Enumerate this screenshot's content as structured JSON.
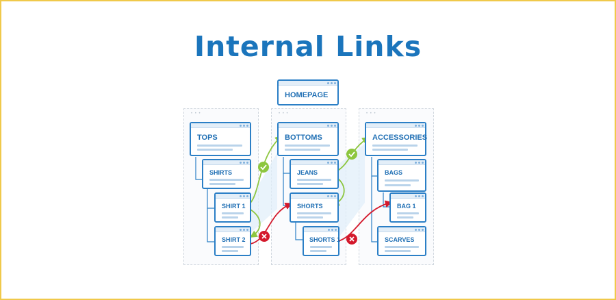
{
  "title": "Internal Links",
  "nodes": {
    "homepage": "HOMEPAGE",
    "tops": "TOPS",
    "shirts": "SHIRTS",
    "shirt1": "SHIRT 1",
    "shirt2": "SHIRT 2",
    "bottoms": "BOTTOMS",
    "jeans": "JEANS",
    "shorts": "SHORTS",
    "shorts1": "SHORTS 1",
    "accessories": "ACCESSORIES",
    "bags": "BAGS",
    "bag1": "BAG 1",
    "scarves": "SCARVES"
  },
  "colors": {
    "title": "#1b75bc",
    "node_border": "#2b7fc6",
    "good_link": "#8dc63f",
    "bad_link": "#d4192c",
    "frame": "#f0c94a"
  },
  "link_marks": {
    "good": "check-icon",
    "bad": "cross-icon"
  }
}
